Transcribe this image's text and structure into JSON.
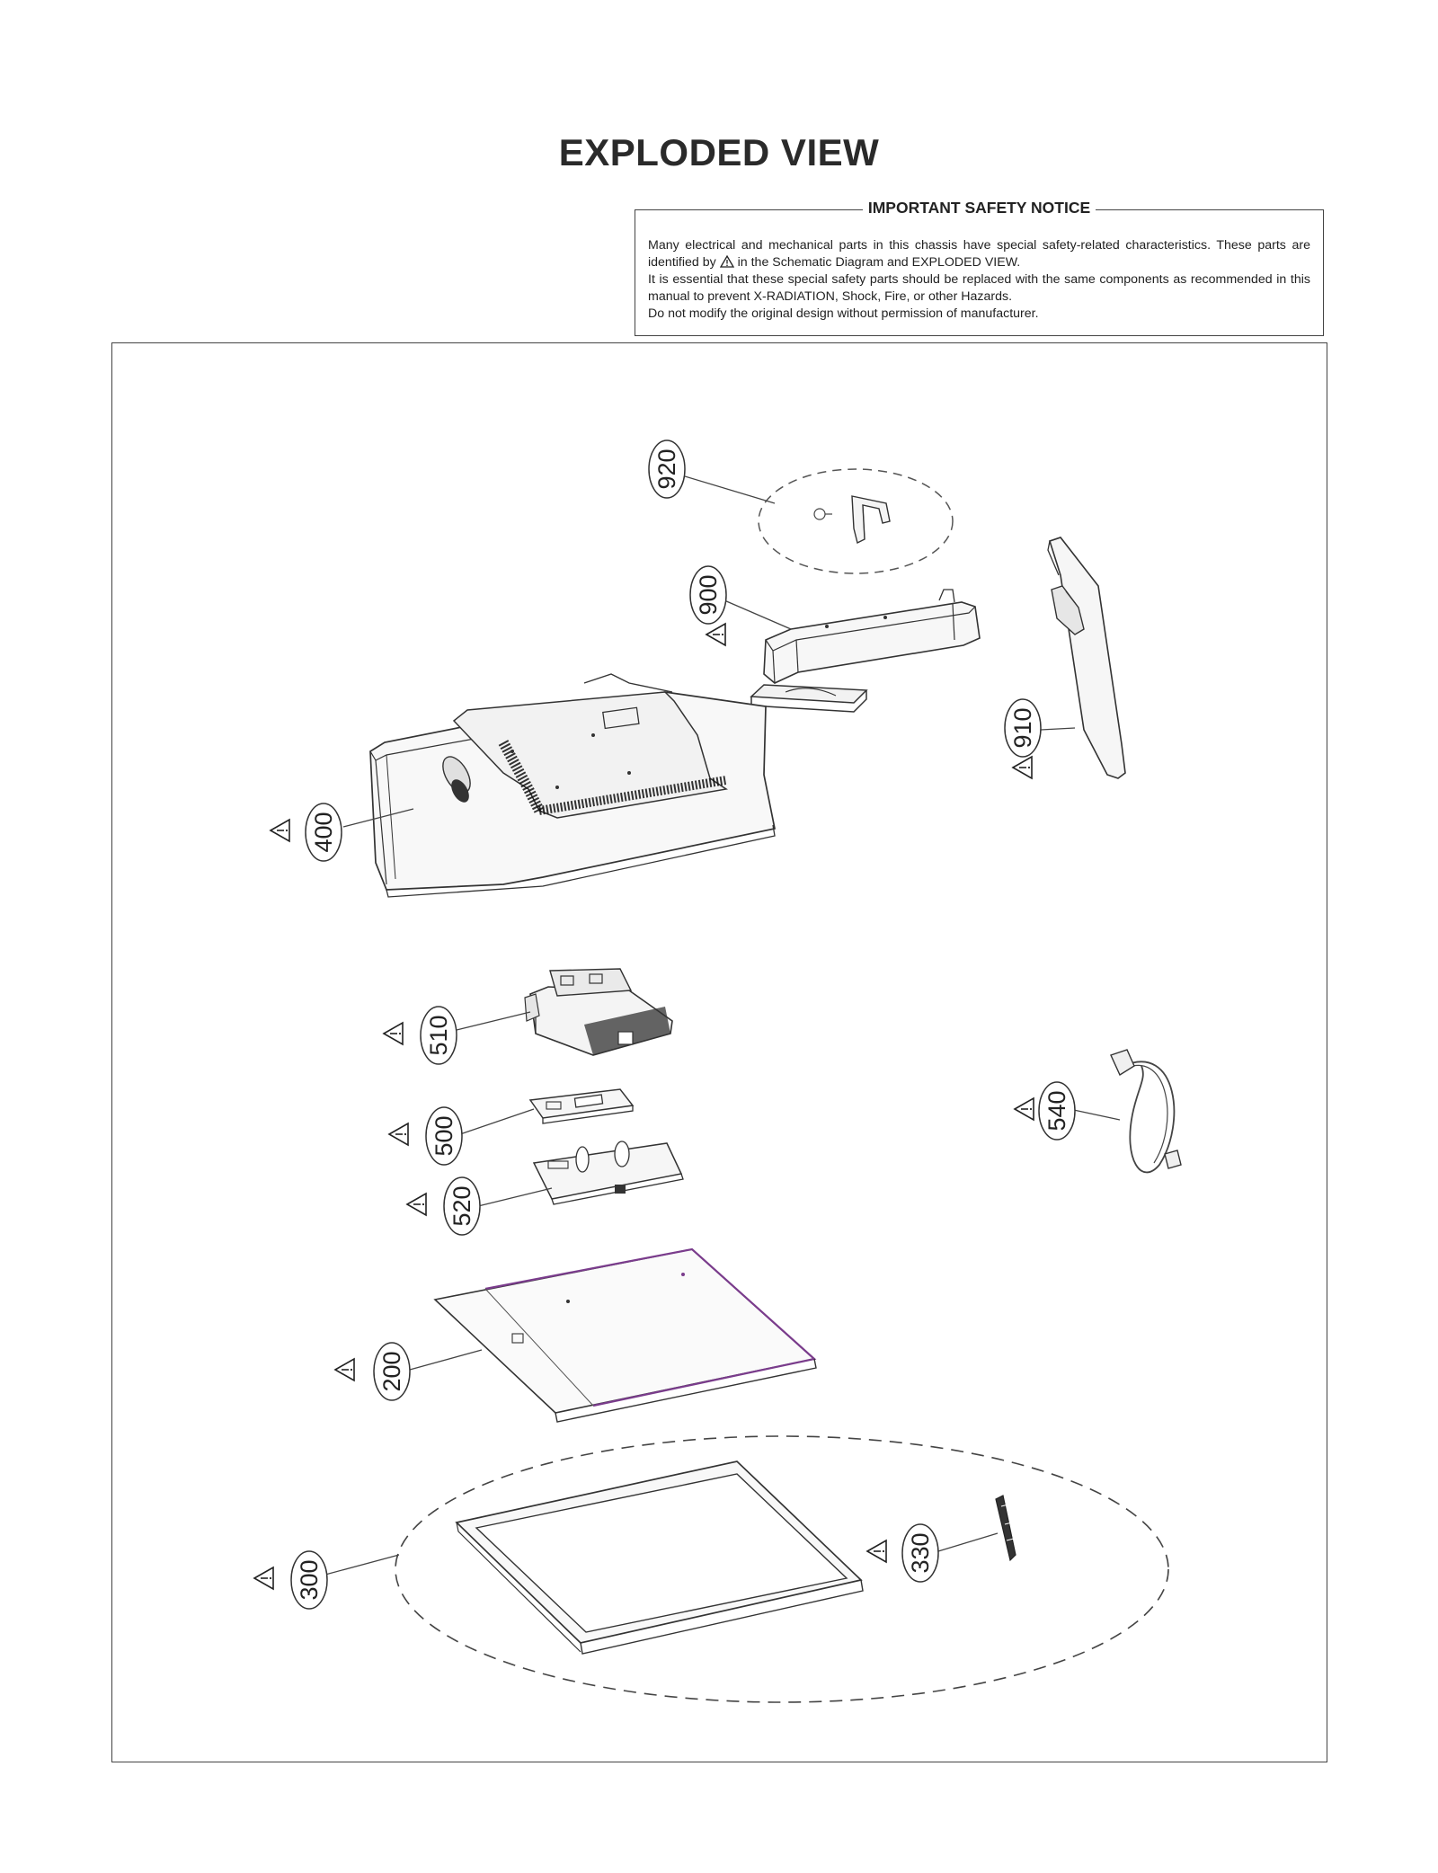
{
  "title": "EXPLODED VIEW",
  "notice": {
    "heading": "IMPORTANT SAFETY NOTICE",
    "line1_a": "Many electrical and mechanical parts in this chassis have special safety-related characteristics. These parts are identified by",
    "line1_b": "in the Schematic Diagram and EXPLODED VIEW.",
    "line2": "It is essential that these special safety parts should be replaced with the same components as recommended in this manual to prevent X-RADIATION, Shock, Fire, or other Hazards.",
    "line3": "Do not modify the original design without permission of manufacturer."
  },
  "parts": [
    {
      "id": "p920",
      "label": "920",
      "safety": false
    },
    {
      "id": "p900",
      "label": "900",
      "safety": true
    },
    {
      "id": "p910",
      "label": "910",
      "safety": true
    },
    {
      "id": "p400",
      "label": "400",
      "safety": true
    },
    {
      "id": "p510",
      "label": "510",
      "safety": true
    },
    {
      "id": "p540",
      "label": "540",
      "safety": true
    },
    {
      "id": "p500",
      "label": "500",
      "safety": true
    },
    {
      "id": "p520",
      "label": "520",
      "safety": true
    },
    {
      "id": "p200",
      "label": "200",
      "safety": true
    },
    {
      "id": "p330",
      "label": "330",
      "safety": true
    },
    {
      "id": "p300",
      "label": "300",
      "safety": true
    }
  ],
  "icons": {
    "safety": "warning-triangle-icon"
  }
}
